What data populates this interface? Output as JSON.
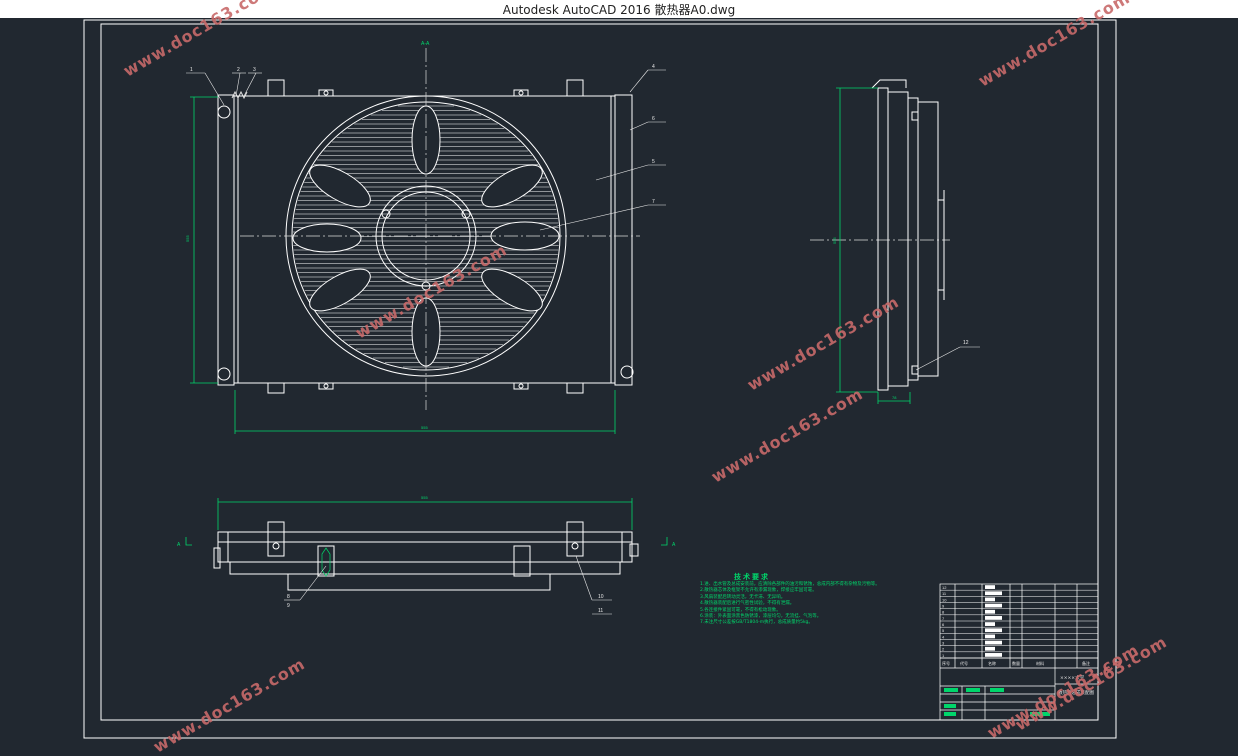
{
  "window": {
    "title": "Autodesk AutoCAD 2016    散热器A0.dwg"
  },
  "colors": {
    "background": "#212830",
    "line": "#ffffff",
    "dimension": "#00d66b",
    "leader": "#e8e8e8",
    "watermark": "#c86a6a"
  },
  "watermarks": [
    "www.doc163.com",
    "www.doc163.com",
    "www.doc163.com",
    "www.doc163.com",
    "www.doc163.com",
    "www.doc163.com",
    "www.doc163.com",
    "www.doc163.com"
  ],
  "drawing": {
    "view_marks": {
      "section_top": "A-A",
      "section_left": "A",
      "section_right": "A"
    },
    "part_balloons": [
      "1",
      "2",
      "3",
      "4",
      "5",
      "6",
      "7",
      "8",
      "9",
      "10",
      "11",
      "12"
    ],
    "dimensions": {
      "front_width": "555",
      "front_height": "555",
      "side_height": "555",
      "side_depth": "78",
      "bottom_width": "555"
    }
  },
  "technical_notes": {
    "title": "技术要求",
    "lines": [
      "1.进、出水管及总成安装前，应清除各部件的油污和锈蚀，总成内部不得有杂物及污物等。",
      "2.散热器芯体及框架不允许有渗漏现象，焊接应牢固可靠。",
      "3.风扇装配后转动灵活，无卡滞、无异响。",
      "4.散热器装配后进行气密性试验，不得有泄漏。",
      "5.各连接件紧固可靠，不得有松动现象。",
      "6.涂装：外表面涂黑色防锈漆，漆层均匀，无流挂、气泡等。",
      "7.未注尺寸公差按GB/T1804-m执行，总成质量约5kg。"
    ]
  },
  "title_block": {
    "rows": [
      "12",
      "11",
      "10",
      "9",
      "8",
      "7",
      "6",
      "5",
      "4",
      "3",
      "2",
      "1"
    ],
    "header_labels": [
      "序号",
      "代号",
      "名称",
      "数量",
      "材料",
      "备注"
    ],
    "school": "××××大学",
    "drawing_name": "散热器总成装配图"
  }
}
